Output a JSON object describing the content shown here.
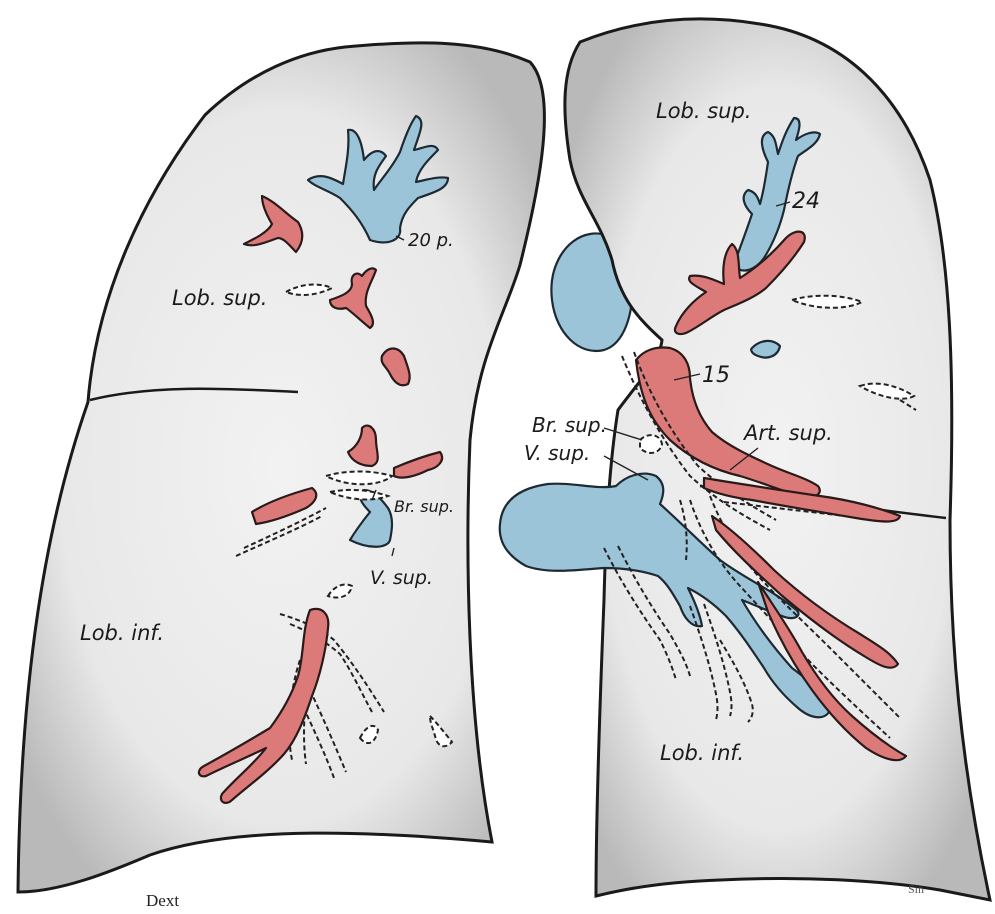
{
  "labels": {
    "right_lob_sup": "Lob. sup.",
    "right_lob_inf": "Lob. inf.",
    "right_br_sup": "Br. sup.",
    "right_v_sup": "V. sup.",
    "right_20p": "20 p.",
    "left_lob_sup": "Lob. sup.",
    "left_lob_inf": "Lob. inf.",
    "left_br_sup": "Br. sup.",
    "left_v_sup": "V. sup.",
    "left_art_sup": "Art. sup.",
    "num_24": "24",
    "num_15": "15",
    "corner_dext": "Dext",
    "corner_sin": "Sin"
  },
  "colors": {
    "artery": "#dc7a7a",
    "vein": "#9cc4d8",
    "lung_fill": "#ececec",
    "lung_edge_shade": "#b9b9b9"
  }
}
